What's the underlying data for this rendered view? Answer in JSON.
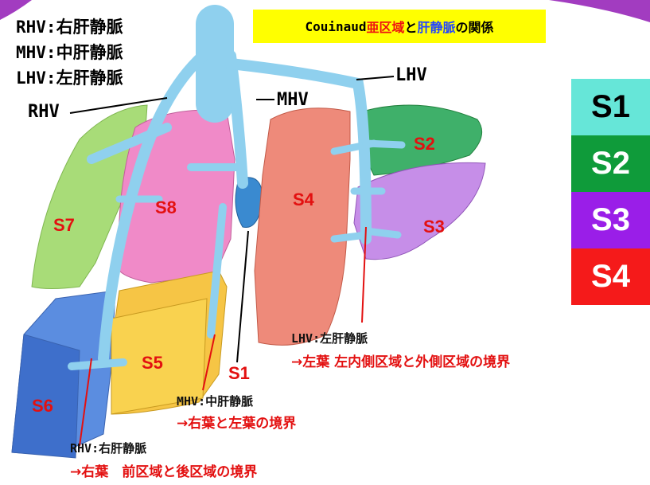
{
  "title": {
    "part1": "Couinaud ",
    "part2": "亜区域",
    "part3": "と",
    "part4": "肝静脈",
    "part5": "の関係"
  },
  "abbreviations": [
    "RHV:右肝静脈",
    "MHV:中肝静脈",
    "LHV:左肝静脈"
  ],
  "vein_callouts": {
    "rhv": "RHV",
    "mhv": "MHV",
    "lhv": "LHV"
  },
  "segments": {
    "s1": "S1",
    "s2": "S2",
    "s3": "S3",
    "s4": "S4",
    "s5": "S5",
    "s6": "S6",
    "s7": "S7",
    "s8": "S8"
  },
  "legend": [
    {
      "label": "S1",
      "color": "#66e6d8",
      "text_color": "#000000"
    },
    {
      "label": "S2",
      "color": "#0f9b3a",
      "text_color": "#ffffff"
    },
    {
      "label": "S3",
      "color": "#9a1ee8",
      "text_color": "#ffffff"
    },
    {
      "label": "S4",
      "color": "#f51a1a",
      "text_color": "#ffffff"
    }
  ],
  "notes": {
    "lhv_head": "LHV:左肝静脈",
    "lhv_desc": "→左葉 左内側区域と外側区域の境界",
    "mhv_head": "MHV:中肝静脈",
    "mhv_desc": "→右葉と左葉の境界",
    "rhv_head": "RHV:右肝静脈",
    "rhv_desc": "→右葉　前区域と後区域の境界"
  },
  "colors": {
    "vein": "#8fd0ee",
    "s2": "#3fb06a",
    "s3": "#c68ee8",
    "s4": "#ee8a7a",
    "s5": "#f6c545",
    "s6": "#5b8de0",
    "s7": "#a8dc78",
    "s8": "#f08ac8",
    "s1": "#3a8ad0"
  }
}
